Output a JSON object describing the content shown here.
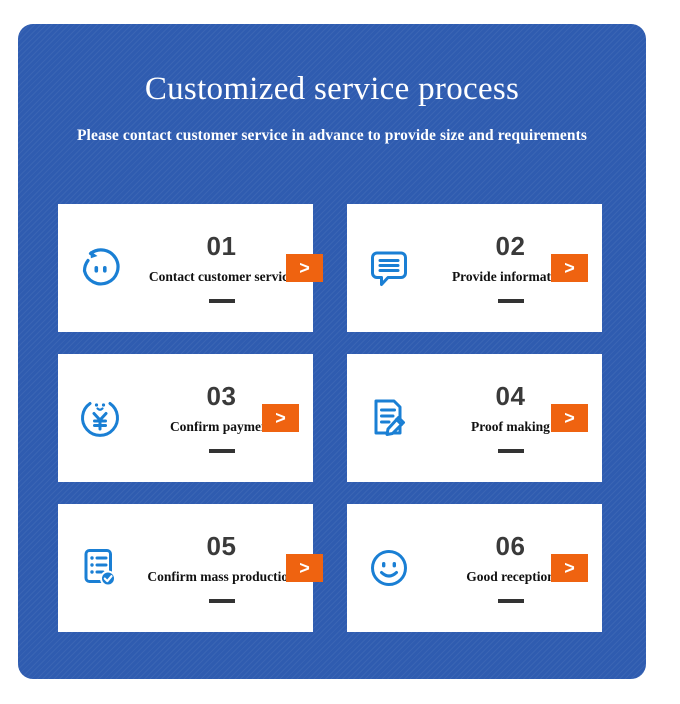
{
  "header": {
    "title": "Customized service process",
    "subtitle": "Please contact customer service in advance to provide size and requirements"
  },
  "colors": {
    "panel_blue": "#2f5cb0",
    "card_white": "#ffffff",
    "accent_orange": "#ef6310",
    "icon_blue": "#1a7fd4",
    "number_gray": "#3a3a3a",
    "label_black": "#111111"
  },
  "arrow_label": ">",
  "steps": [
    {
      "number": "01",
      "label": "Contact customer service",
      "icon": "customer-service-face-icon",
      "arrow": ">"
    },
    {
      "number": "02",
      "label": "Provide information",
      "icon": "speech-bubble-lines-icon",
      "arrow": ">"
    },
    {
      "number": "03",
      "label": "Confirm payment",
      "icon": "yen-coin-icon",
      "arrow": ">"
    },
    {
      "number": "04",
      "label": "Proof making",
      "icon": "document-pencil-icon",
      "arrow": ">"
    },
    {
      "number": "05",
      "label": "Confirm mass production",
      "icon": "checklist-check-icon",
      "arrow": ">"
    },
    {
      "number": "06",
      "label": "Good reception",
      "icon": "smiley-face-icon",
      "arrow": ">"
    }
  ]
}
